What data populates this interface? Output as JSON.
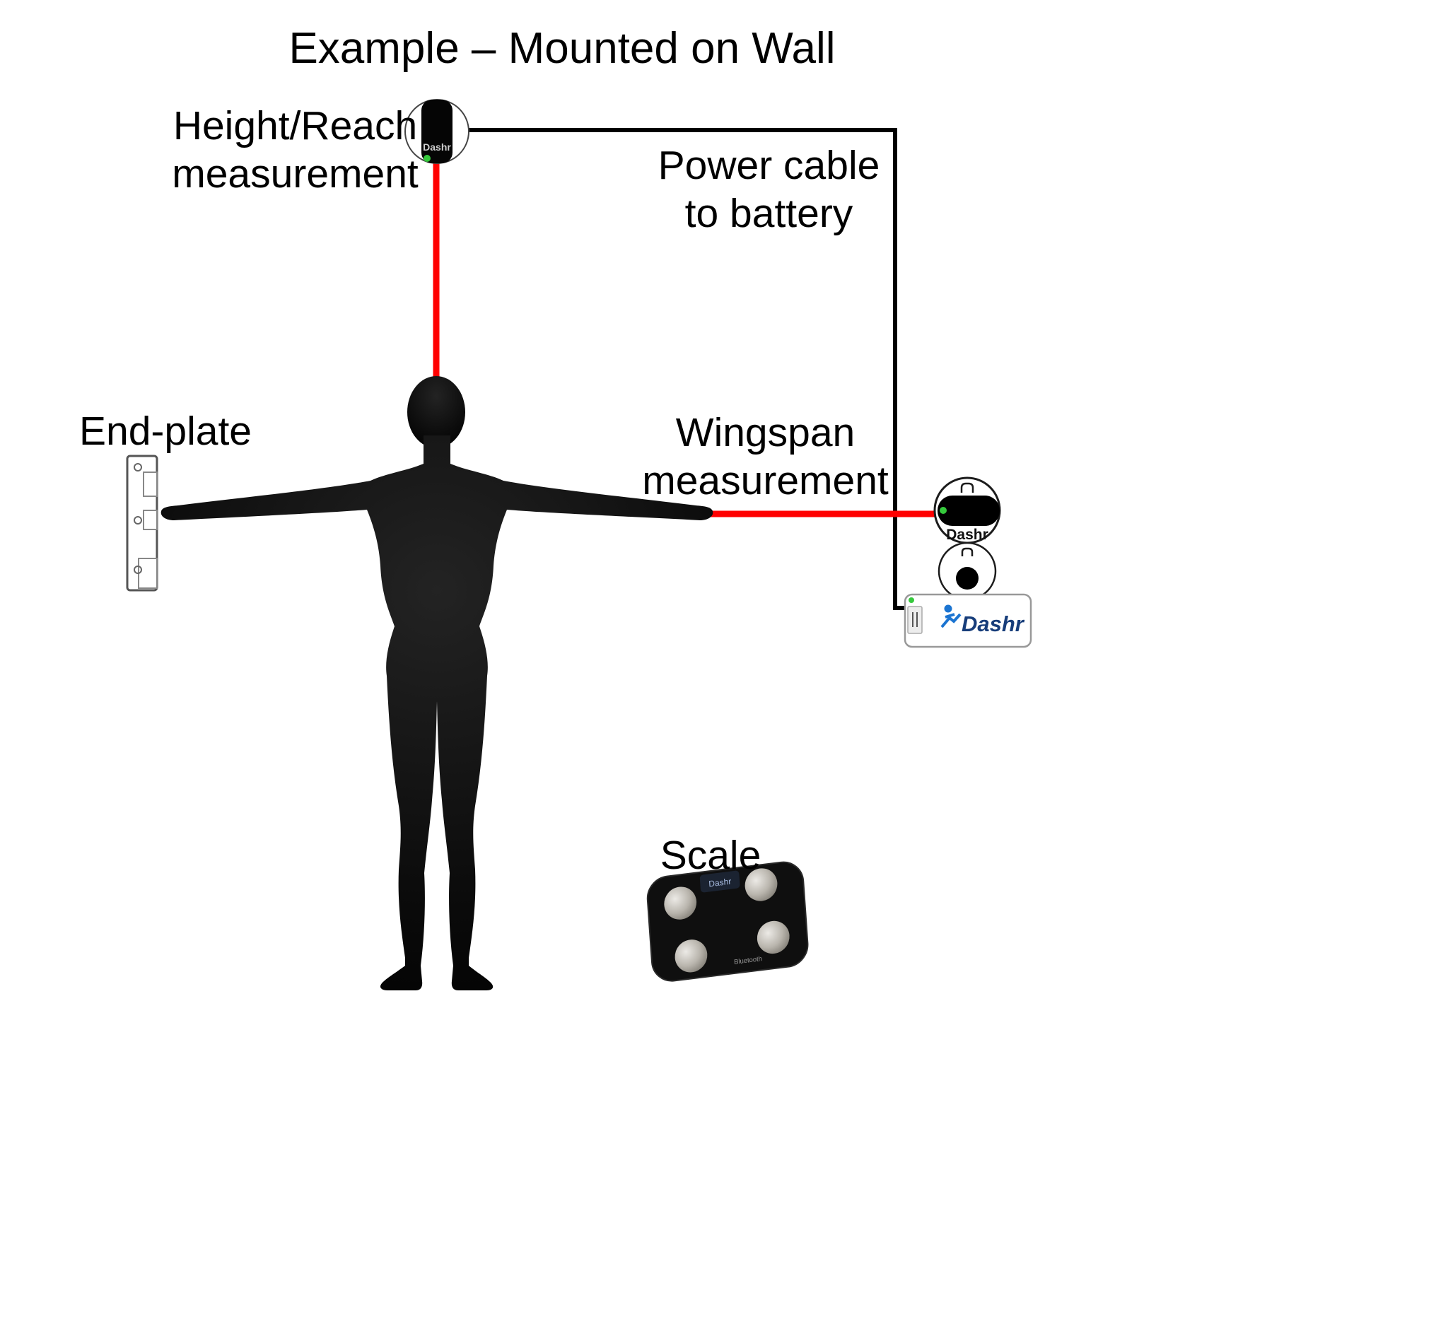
{
  "title": "Example – Mounted on Wall",
  "labels": {
    "height_reach": {
      "line1": "Height/Reach",
      "line2": "measurement"
    },
    "power_cable": {
      "line1": "Power cable",
      "line2": "to battery"
    },
    "end_plate": "End-plate",
    "wingspan": {
      "line1": "Wingspan",
      "line2": "measurement"
    },
    "scale": "Scale"
  },
  "devices": {
    "top_sensor_brand": "Dashr",
    "right_sensor_brand": "Dashr",
    "battery_brand": "Dashr",
    "scale_display": "Dashr",
    "scale_bluetooth": "Bluetooth"
  },
  "colors": {
    "laser_red": "#ff0000",
    "cable_black": "#000000",
    "dashr_blue": "#1b74d1",
    "dashr_navy": "#173d7a",
    "led_green": "#35c93c"
  },
  "icons": {
    "top_sensor": "dashr-sensor-icon",
    "right_sensor": "dashr-sensor-icon",
    "lens": "lens-icon",
    "runner": "runner-icon",
    "led": "green-led-dot"
  }
}
